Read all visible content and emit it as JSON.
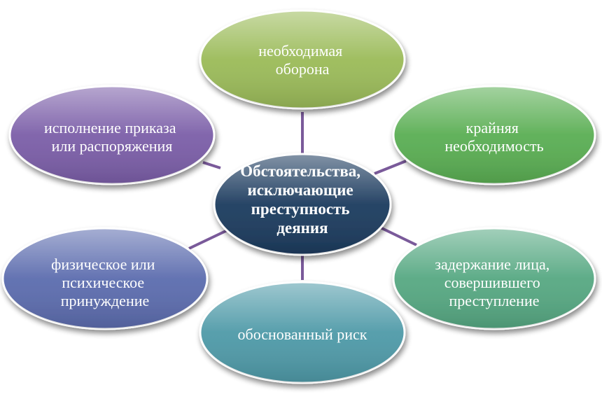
{
  "center": {
    "lines": [
      "Обстоятельства,",
      "исключающие",
      "преступность",
      "деяния"
    ],
    "color": "#1c3b5e"
  },
  "nodes": [
    {
      "id": "necessary-defense",
      "lines": [
        "необходимая",
        "оборона"
      ],
      "color": "#9bbb59"
    },
    {
      "id": "extreme-necessity",
      "lines": [
        "крайняя",
        "необходимость"
      ],
      "color": "#5aae53"
    },
    {
      "id": "detention",
      "lines": [
        "задержание лица,",
        "совершившего",
        "преступление"
      ],
      "color": "#56a882"
    },
    {
      "id": "justified-risk",
      "lines": [
        "обоснованный риск"
      ],
      "color": "#4f9aa8"
    },
    {
      "id": "coercion",
      "lines": [
        "физическое или",
        "психическое",
        "принуждение"
      ],
      "color": "#5c6cae"
    },
    {
      "id": "order-execution",
      "lines": [
        "исполнение приказа",
        "или распоряжения"
      ],
      "color": "#7b5ea8"
    }
  ],
  "connector_color": "#7a5a9a"
}
